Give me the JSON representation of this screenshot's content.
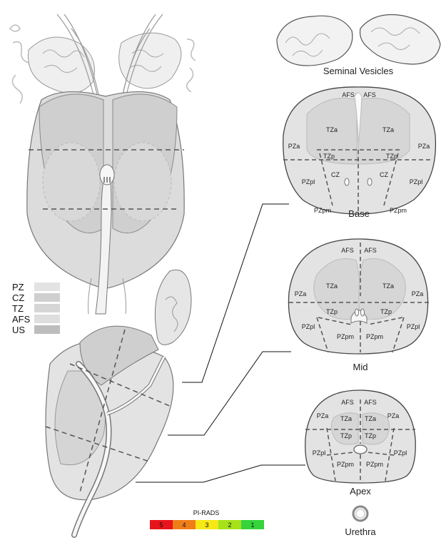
{
  "legend": [
    {
      "label": "PZ",
      "color": "#e3e3e3"
    },
    {
      "label": "CZ",
      "color": "#cfcfcf"
    },
    {
      "label": "TZ",
      "color": "#d6d6d6"
    },
    {
      "label": "AFS",
      "color": "#dedede"
    },
    {
      "label": "US",
      "color": "#bdbdbd"
    }
  ],
  "labels": {
    "seminal_vesicles": "Seminal Vesicles",
    "base": "Base",
    "mid": "Mid",
    "apex": "Apex",
    "urethra": "Urethra"
  },
  "base_zones": {
    "afs_l": "AFS",
    "afs_r": "AFS",
    "tza_l": "TZa",
    "tza_r": "TZa",
    "pza_l": "PZa",
    "pza_r": "PZa",
    "tzp_l": "TZp",
    "tzp_r": "TZp",
    "cz_l": "CZ",
    "cz_r": "CZ",
    "pzpl_l": "PZpl",
    "pzpl_r": "PZpl",
    "pzpm_l": "PZpm",
    "pzpm_r": "PZpm"
  },
  "mid_zones": {
    "afs_l": "AFS",
    "afs_r": "AFS",
    "tza_l": "TZa",
    "tza_r": "TZa",
    "pza_l": "PZa",
    "pza_r": "PZa",
    "tzp_l": "TZp",
    "tzp_r": "TZp",
    "pzpl_l": "PZpl",
    "pzpl_r": "PZpl",
    "pzpm_l": "PZpm",
    "pzpm_r": "PZpm"
  },
  "apex_zones": {
    "afs_l": "AFS",
    "afs_r": "AFS",
    "pza_l": "PZa",
    "pza_r": "PZa",
    "tza_l": "TZa",
    "tza_r": "TZa",
    "tzp_l": "TZp",
    "tzp_r": "TZp",
    "pzpl_l": "PZpl",
    "pzpl_r": "PZpl",
    "pzpm_l": "PZpm",
    "pzpm_r": "PZpm"
  },
  "pirads": {
    "title": "PI-RADS",
    "scores": [
      {
        "label": "5",
        "color": "#e8141b"
      },
      {
        "label": "4",
        "color": "#f07e18"
      },
      {
        "label": "3",
        "color": "#f5e815"
      },
      {
        "label": "2",
        "color": "#a6e21a"
      },
      {
        "label": "1",
        "color": "#35d43a"
      }
    ]
  }
}
